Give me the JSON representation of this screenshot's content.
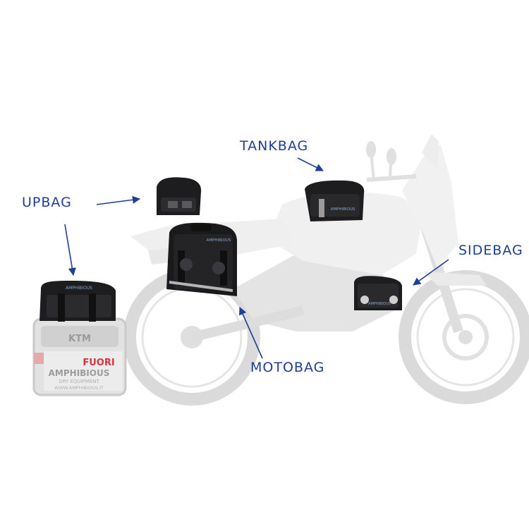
{
  "callouts": {
    "tankbag": "TANKBAG",
    "upbag": "UPBAG",
    "sidebag": "SIDEBAG",
    "motobag": "MOTOBAG"
  },
  "topcase": {
    "brand": "KTM",
    "sticker_line1": "FUORI",
    "sticker_line2": "AMPHIBIOUS",
    "sticker_line3": "DRY EQUIPMENT",
    "sticker_url": "WWW.AMPHIBIOUS.IT"
  },
  "bag_brand": "AMPHIBIOUS",
  "colors": {
    "callout_text": "#1f3e9a",
    "arrow": "#1f3e9a",
    "bike_ghost": "#d6d6d6",
    "bag": "#1d1d1f",
    "sticker_red": "#d8353a"
  }
}
